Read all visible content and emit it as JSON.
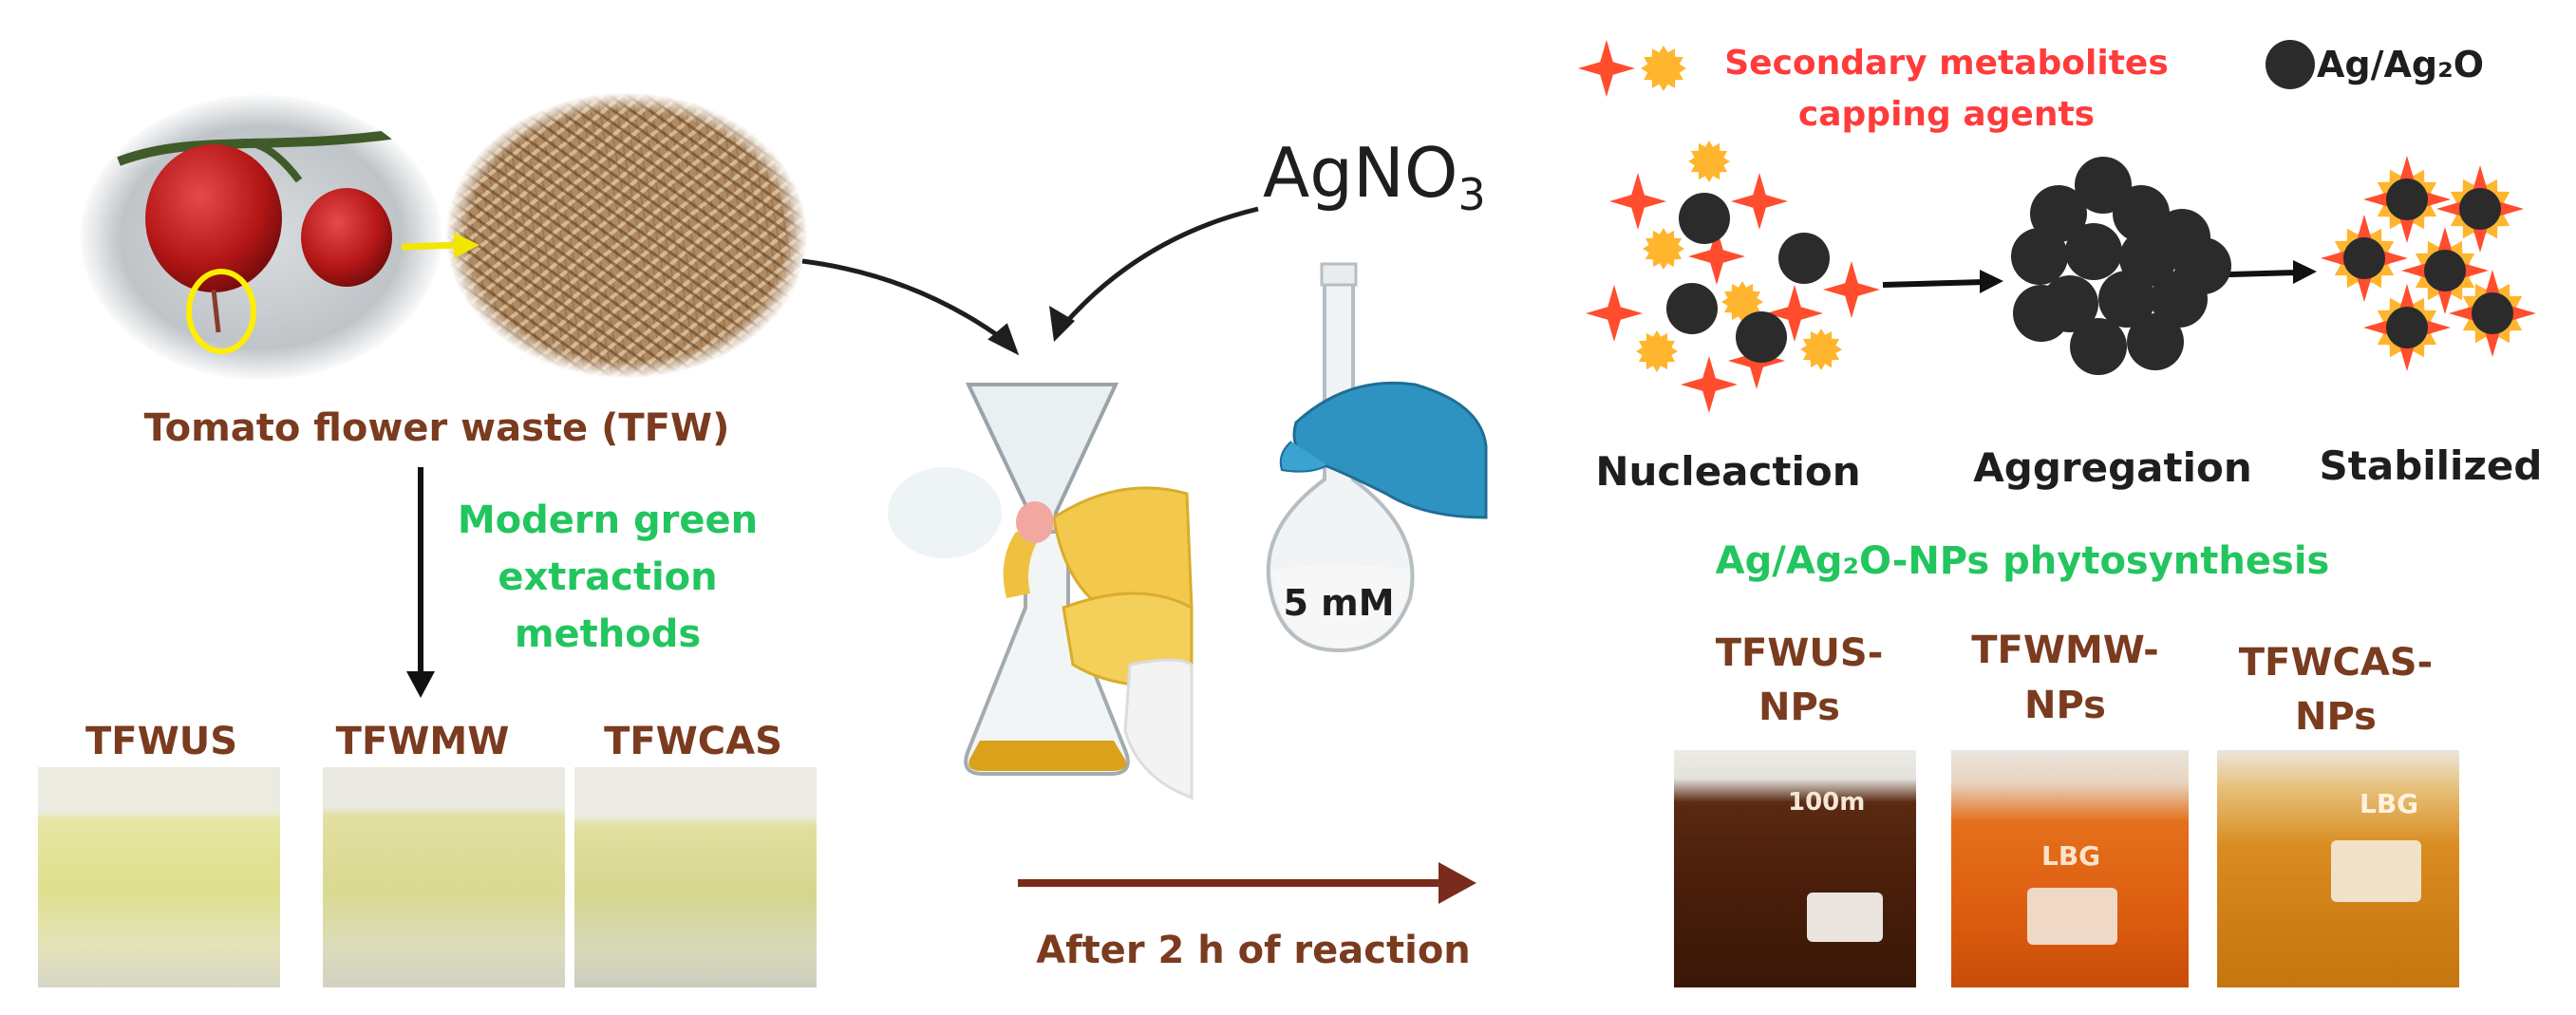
{
  "source": {
    "label": "Tomato flower waste (TFW)",
    "method_lines": [
      "Modern green",
      "extraction",
      "methods"
    ]
  },
  "extracts": [
    "TFWUS",
    "TFWMW",
    "TFWCAS"
  ],
  "reagent": {
    "formula": "AgNO",
    "subscript": "3"
  },
  "flask_label": "5 mM",
  "reaction_label": "After 2 h of reaction",
  "legend": {
    "capping": [
      "Secondary metabolites",
      "capping agents"
    ],
    "particle": "Ag/Ag₂O"
  },
  "stages": [
    "Nucleaction",
    "Aggregation",
    "Stabilized"
  ],
  "phyto_title": "Ag/Ag₂O-NPs phytosynthesis",
  "nps": [
    [
      "TFWUS-",
      "NPs"
    ],
    [
      "TFWMW-",
      "NPs"
    ],
    [
      "TFWCAS-",
      "NPs"
    ]
  ],
  "beaker_text": [
    "100m",
    "LBG",
    "LBG"
  ],
  "colors": {
    "brown_text": "#7a3b1f",
    "green_text": "#22c55e",
    "red_text": "#ff3b3b",
    "star": "#ff4d2e",
    "sun": "#ffb52e",
    "particle": "#2b2b2b"
  }
}
